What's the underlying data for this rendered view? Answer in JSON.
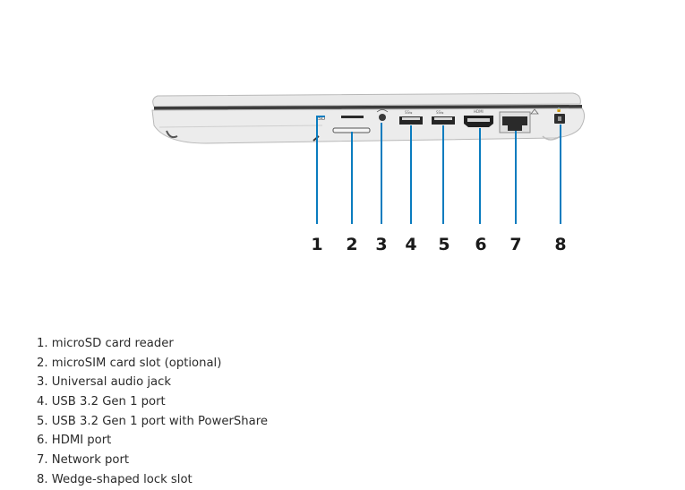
{
  "figure": {
    "callouts": [
      {
        "number": "1"
      },
      {
        "number": "2"
      },
      {
        "number": "3"
      },
      {
        "number": "4"
      },
      {
        "number": "5"
      },
      {
        "number": "6"
      },
      {
        "number": "7"
      },
      {
        "number": "8"
      }
    ],
    "leader_color": "#0a7cbf"
  },
  "port_list": [
    "1. microSD card reader",
    "2. microSIM card slot (optional)",
    "3. Universal audio jack",
    "4. USB 3.2 Gen 1 port",
    "5. USB 3.2 Gen 1 port with PowerShare",
    "6. HDMI port",
    "7. Network port",
    "8. Wedge-shaped lock slot"
  ]
}
